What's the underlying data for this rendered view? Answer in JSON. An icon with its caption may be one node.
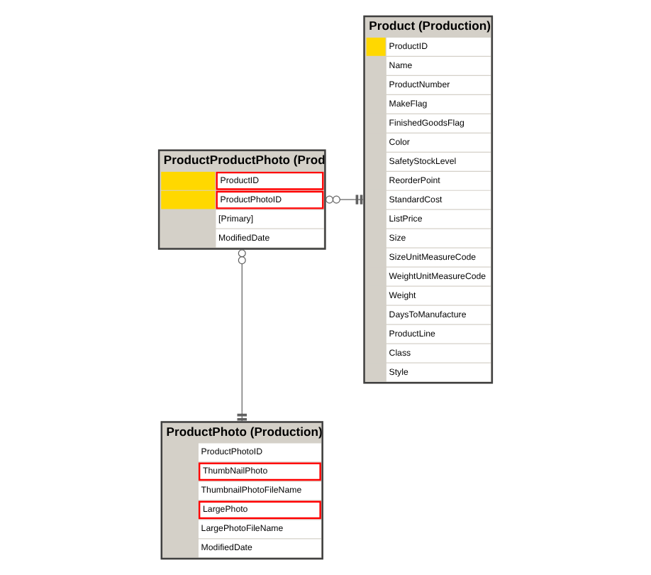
{
  "diagram": {
    "nodes": [
      {
        "text": [
          "ProductProductPhoto (Prod",
          "ProductID",
          "ProductPhotoID",
          "[Primary]",
          "ModifiedDate"
        ]
      },
      {
        "text": [
          "Product (Production)",
          "ProductID",
          "Name",
          "ProductNumber",
          "MakeFlag",
          "FinishedGoodsFlag",
          "Color",
          "SafetyStockLevel",
          "ReorderPoint",
          "StandardCost",
          "ListPrice",
          "Size",
          "SizeUnitMeasureCode",
          "WeightUnitMeasureCode",
          "Weight",
          "DaysToManufacture",
          "ProductLine",
          "Class",
          "Style"
        ]
      },
      {
        "text": [
          "ProductPhoto (Production)",
          "ProductPhotoID",
          "ThumbNailPhoto",
          "ThumbnailPhotoFileName",
          "LargePhoto",
          "LargePhotoFileName",
          "ModifiedDate"
        ]
      }
    ],
    "edges": [
      {
        "from": 0,
        "to": 1,
        "arrow": "other"
      },
      {
        "from": 0,
        "to": 2,
        "arrow": "other"
      }
    ]
  }
}
